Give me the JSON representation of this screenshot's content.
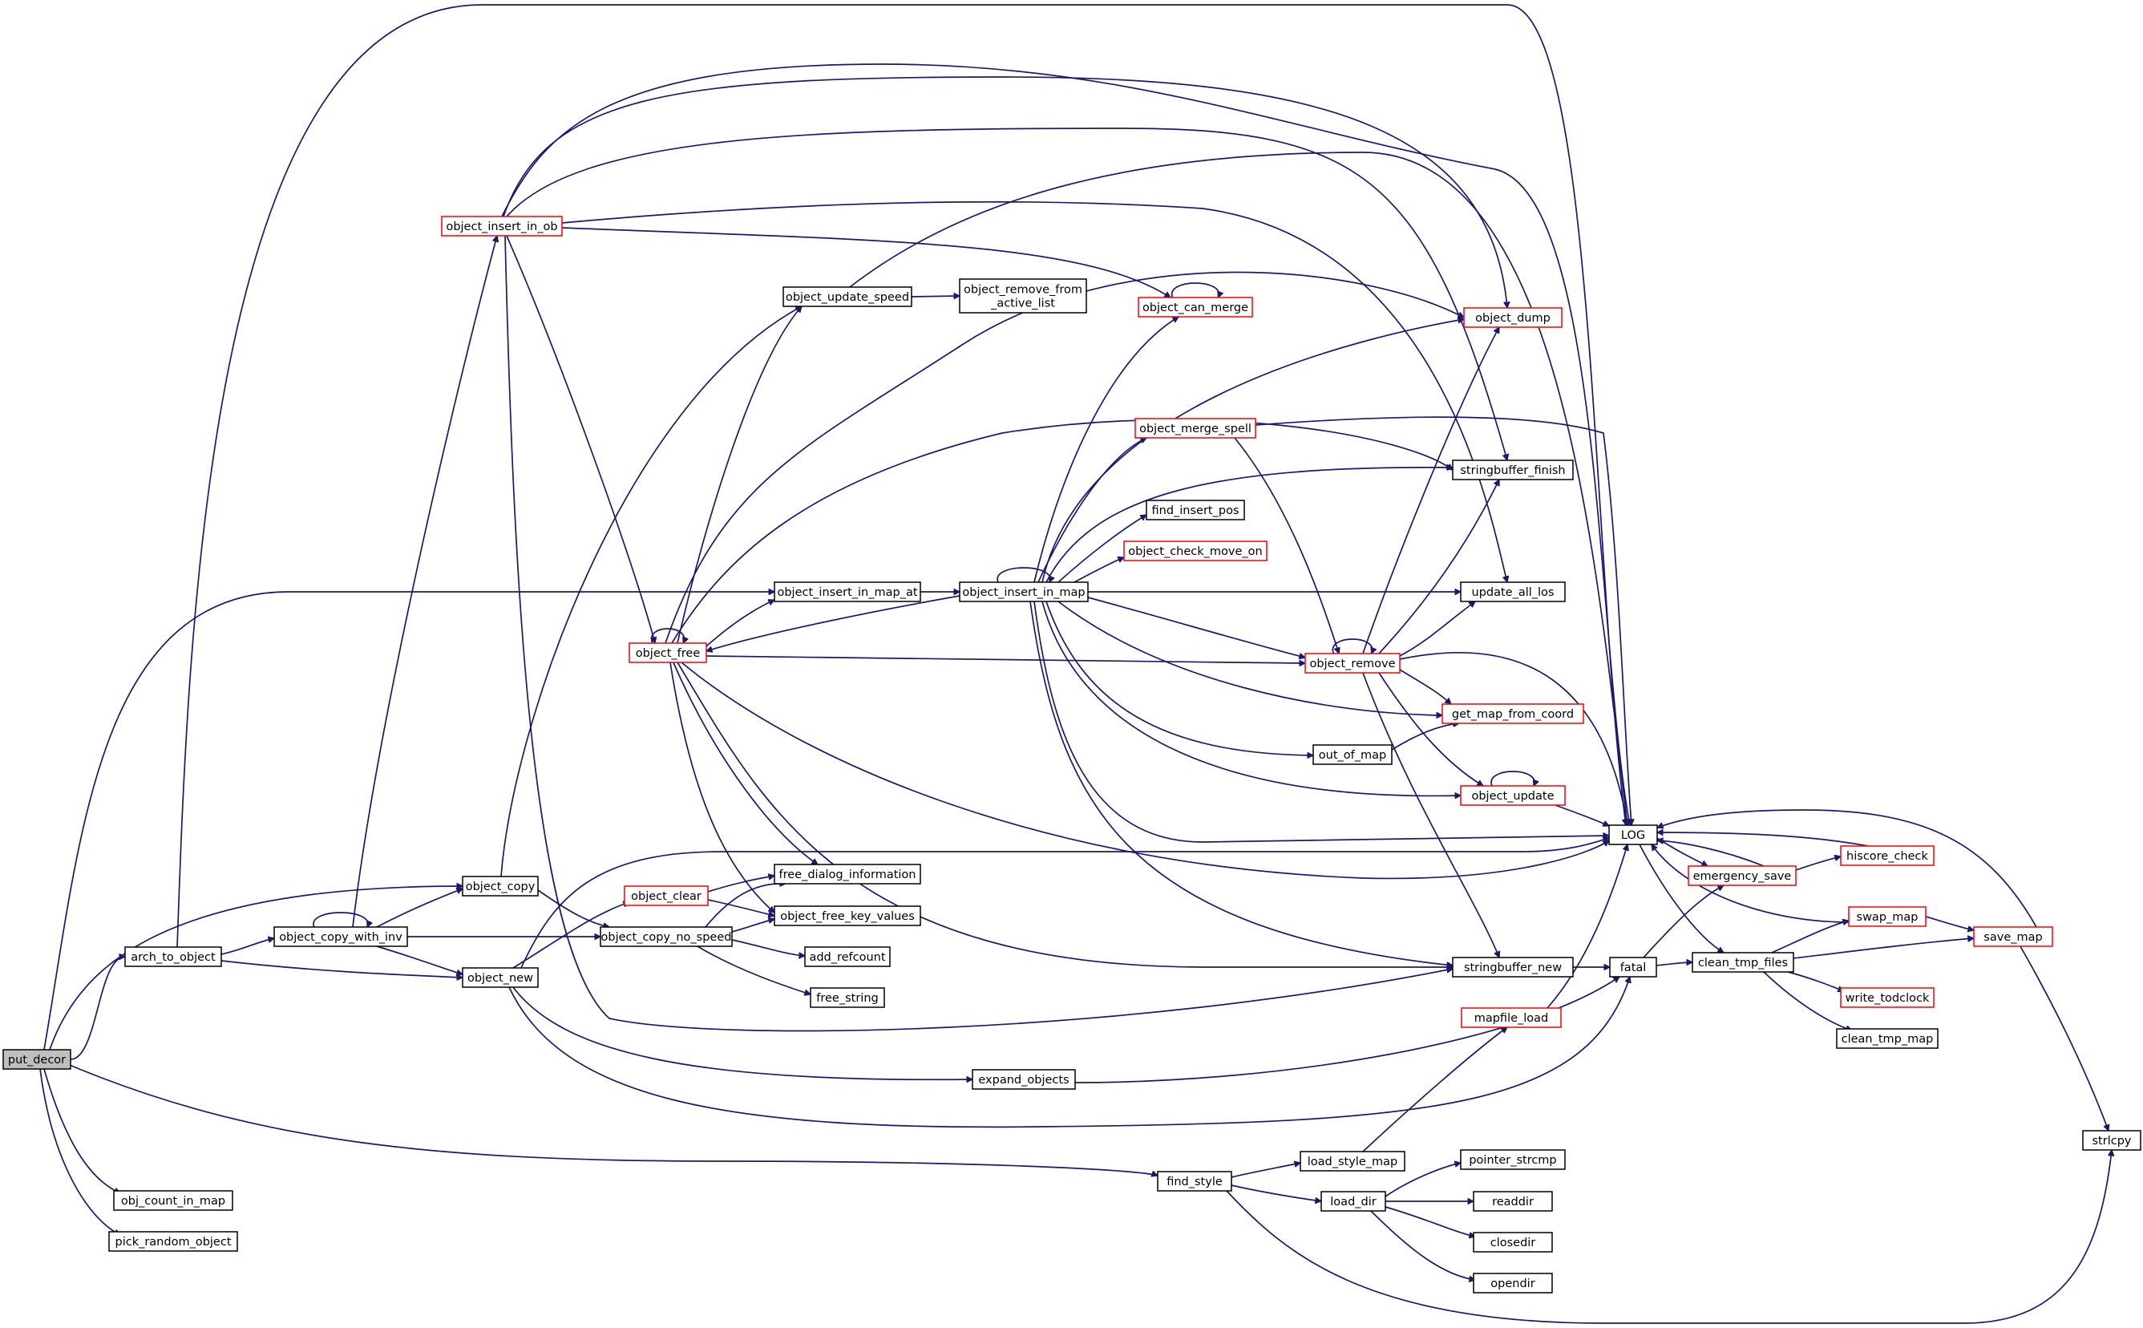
{
  "graph": {
    "colors": {
      "edge": "#191970",
      "truncated_node_border": "#ff0000",
      "normal_node_border": "#000000",
      "root_node_fill": "#bfbfbf"
    },
    "nodes": [
      {
        "id": "put_decor",
        "label": "put_decor",
        "style": "root"
      },
      {
        "id": "arch_to_object",
        "label": "arch_to_object",
        "style": "normal"
      },
      {
        "id": "obj_count_in_map",
        "label": "obj_count_in_map",
        "style": "normal"
      },
      {
        "id": "pick_random_object",
        "label": "pick_random_object",
        "style": "normal"
      },
      {
        "id": "object_copy_with_inv",
        "label": "object_copy_with_inv",
        "style": "normal"
      },
      {
        "id": "object_insert_in_ob",
        "label": "object_insert_in_ob",
        "style": "red"
      },
      {
        "id": "object_copy",
        "label": "object_copy",
        "style": "normal"
      },
      {
        "id": "object_new",
        "label": "object_new",
        "style": "normal"
      },
      {
        "id": "object_free",
        "label": "object_free",
        "style": "red"
      },
      {
        "id": "object_update_speed",
        "label": "object_update_speed",
        "style": "normal"
      },
      {
        "id": "object_insert_in_map_at",
        "label": "object_insert_in_map_at",
        "style": "normal"
      },
      {
        "id": "object_clear",
        "label": "object_clear",
        "style": "red"
      },
      {
        "id": "object_copy_no_speed",
        "label": "object_copy_no_speed",
        "style": "normal"
      },
      {
        "id": "free_dialog_information",
        "label": "free_dialog_information",
        "style": "normal"
      },
      {
        "id": "object_free_key_values",
        "label": "object_free_key_values",
        "style": "normal"
      },
      {
        "id": "add_refcount",
        "label": "add_refcount",
        "style": "normal"
      },
      {
        "id": "free_string",
        "label": "free_string",
        "style": "normal"
      },
      {
        "id": "object_remove_from_active_list",
        "label": [
          "object_remove_from",
          "_active_list"
        ],
        "style": "normal"
      },
      {
        "id": "object_insert_in_map",
        "label": "object_insert_in_map",
        "style": "normal"
      },
      {
        "id": "expand_objects",
        "label": "expand_objects",
        "style": "normal"
      },
      {
        "id": "find_style",
        "label": "find_style",
        "style": "normal"
      },
      {
        "id": "object_can_merge",
        "label": "object_can_merge",
        "style": "red"
      },
      {
        "id": "object_merge_spell",
        "label": "object_merge_spell",
        "style": "red"
      },
      {
        "id": "find_insert_pos",
        "label": "find_insert_pos",
        "style": "normal"
      },
      {
        "id": "object_check_move_on",
        "label": "object_check_move_on",
        "style": "red"
      },
      {
        "id": "object_remove",
        "label": "object_remove",
        "style": "red"
      },
      {
        "id": "out_of_map",
        "label": "out_of_map",
        "style": "normal"
      },
      {
        "id": "load_style_map",
        "label": "load_style_map",
        "style": "normal"
      },
      {
        "id": "load_dir",
        "label": "load_dir",
        "style": "normal"
      },
      {
        "id": "object_dump",
        "label": "object_dump",
        "style": "red"
      },
      {
        "id": "stringbuffer_finish",
        "label": "stringbuffer_finish",
        "style": "normal"
      },
      {
        "id": "update_all_los",
        "label": "update_all_los",
        "style": "normal"
      },
      {
        "id": "get_map_from_coord",
        "label": "get_map_from_coord",
        "style": "red"
      },
      {
        "id": "object_update",
        "label": "object_update",
        "style": "red"
      },
      {
        "id": "stringbuffer_new",
        "label": "stringbuffer_new",
        "style": "normal"
      },
      {
        "id": "mapfile_load",
        "label": "mapfile_load",
        "style": "red"
      },
      {
        "id": "pointer_strcmp",
        "label": "pointer_strcmp",
        "style": "normal"
      },
      {
        "id": "readdir",
        "label": "readdir",
        "style": "normal"
      },
      {
        "id": "closedir",
        "label": "closedir",
        "style": "normal"
      },
      {
        "id": "opendir",
        "label": "opendir",
        "style": "normal"
      },
      {
        "id": "LOG",
        "label": "LOG",
        "style": "normal"
      },
      {
        "id": "fatal",
        "label": "fatal",
        "style": "normal"
      },
      {
        "id": "emergency_save",
        "label": "emergency_save",
        "style": "red"
      },
      {
        "id": "clean_tmp_files",
        "label": "clean_tmp_files",
        "style": "normal"
      },
      {
        "id": "hiscore_check",
        "label": "hiscore_check",
        "style": "red"
      },
      {
        "id": "swap_map",
        "label": "swap_map",
        "style": "red"
      },
      {
        "id": "write_todclock",
        "label": "write_todclock",
        "style": "red"
      },
      {
        "id": "clean_tmp_map",
        "label": "clean_tmp_map",
        "style": "normal"
      },
      {
        "id": "save_map",
        "label": "save_map",
        "style": "red"
      },
      {
        "id": "strlcpy",
        "label": "strlcpy",
        "style": "normal"
      }
    ],
    "edges": [
      [
        "put_decor",
        "arch_to_object"
      ],
      [
        "put_decor",
        "object_copy"
      ],
      [
        "put_decor",
        "object_insert_in_map_at"
      ],
      [
        "put_decor",
        "find_style"
      ],
      [
        "put_decor",
        "obj_count_in_map"
      ],
      [
        "put_decor",
        "pick_random_object"
      ],
      [
        "arch_to_object",
        "LOG"
      ],
      [
        "arch_to_object",
        "object_copy_with_inv"
      ],
      [
        "arch_to_object",
        "object_new"
      ],
      [
        "object_copy_with_inv",
        "object_copy_with_inv"
      ],
      [
        "object_copy_with_inv",
        "object_insert_in_ob"
      ],
      [
        "object_copy_with_inv",
        "object_copy"
      ],
      [
        "object_copy_with_inv",
        "object_copy_no_speed"
      ],
      [
        "object_copy_with_inv",
        "object_new"
      ],
      [
        "object_insert_in_ob",
        "LOG"
      ],
      [
        "object_insert_in_ob",
        "object_dump"
      ],
      [
        "object_insert_in_ob",
        "stringbuffer_finish"
      ],
      [
        "object_insert_in_ob",
        "update_all_los"
      ],
      [
        "object_insert_in_ob",
        "object_can_merge"
      ],
      [
        "object_insert_in_ob",
        "object_free"
      ],
      [
        "object_insert_in_ob",
        "stringbuffer_new"
      ],
      [
        "object_copy",
        "object_copy_no_speed"
      ],
      [
        "object_copy",
        "object_update_speed"
      ],
      [
        "object_new",
        "object_clear"
      ],
      [
        "object_new",
        "LOG"
      ],
      [
        "object_new",
        "expand_objects"
      ],
      [
        "object_new",
        "fatal"
      ],
      [
        "object_free",
        "object_free"
      ],
      [
        "object_free",
        "object_update_speed"
      ],
      [
        "object_free",
        "object_insert_in_map_at"
      ],
      [
        "object_free",
        "object_remove"
      ],
      [
        "object_free",
        "object_dump"
      ],
      [
        "object_free",
        "stringbuffer_finish"
      ],
      [
        "object_free",
        "LOG"
      ],
      [
        "object_free",
        "stringbuffer_new"
      ],
      [
        "object_free",
        "free_dialog_information"
      ],
      [
        "object_free",
        "object_free_key_values"
      ],
      [
        "object_update_speed",
        "object_remove_from_active_list"
      ],
      [
        "object_update_speed",
        "LOG"
      ],
      [
        "object_insert_in_map_at",
        "object_insert_in_map"
      ],
      [
        "object_clear",
        "free_dialog_information"
      ],
      [
        "object_clear",
        "object_free_key_values"
      ],
      [
        "object_copy_no_speed",
        "free_dialog_information"
      ],
      [
        "object_copy_no_speed",
        "object_free_key_values"
      ],
      [
        "object_copy_no_speed",
        "add_refcount"
      ],
      [
        "object_copy_no_speed",
        "free_string"
      ],
      [
        "object_insert_in_map",
        "object_insert_in_map"
      ],
      [
        "object_insert_in_map",
        "object_free"
      ],
      [
        "object_insert_in_map",
        "object_can_merge"
      ],
      [
        "object_insert_in_map",
        "object_dump"
      ],
      [
        "object_insert_in_map",
        "object_merge_spell"
      ],
      [
        "object_insert_in_map",
        "stringbuffer_finish"
      ],
      [
        "object_insert_in_map",
        "find_insert_pos"
      ],
      [
        "object_insert_in_map",
        "object_check_move_on"
      ],
      [
        "object_insert_in_map",
        "update_all_los"
      ],
      [
        "object_insert_in_map",
        "object_remove"
      ],
      [
        "object_insert_in_map",
        "get_map_from_coord"
      ],
      [
        "object_insert_in_map",
        "out_of_map"
      ],
      [
        "object_insert_in_map",
        "object_update"
      ],
      [
        "object_insert_in_map",
        "LOG"
      ],
      [
        "object_insert_in_map",
        "stringbuffer_new"
      ],
      [
        "object_can_merge",
        "object_can_merge"
      ],
      [
        "object_merge_spell",
        "LOG"
      ],
      [
        "object_merge_spell",
        "object_remove"
      ],
      [
        "object_remove",
        "object_remove"
      ],
      [
        "object_remove",
        "object_dump"
      ],
      [
        "object_remove",
        "stringbuffer_finish"
      ],
      [
        "object_remove",
        "update_all_los"
      ],
      [
        "object_remove",
        "get_map_from_coord"
      ],
      [
        "object_remove",
        "object_update"
      ],
      [
        "object_remove",
        "LOG"
      ],
      [
        "object_remove",
        "stringbuffer_new"
      ],
      [
        "out_of_map",
        "get_map_from_coord"
      ],
      [
        "object_update",
        "object_update"
      ],
      [
        "object_update",
        "LOG"
      ],
      [
        "expand_objects",
        "fatal"
      ],
      [
        "find_style",
        "load_style_map"
      ],
      [
        "find_style",
        "load_dir"
      ],
      [
        "find_style",
        "strlcpy"
      ],
      [
        "load_style_map",
        "mapfile_load"
      ],
      [
        "load_dir",
        "pointer_strcmp"
      ],
      [
        "load_dir",
        "readdir"
      ],
      [
        "load_dir",
        "closedir"
      ],
      [
        "load_dir",
        "opendir"
      ],
      [
        "mapfile_load",
        "LOG"
      ],
      [
        "stringbuffer_new",
        "fatal"
      ],
      [
        "fatal",
        "emergency_save"
      ],
      [
        "fatal",
        "clean_tmp_files"
      ],
      [
        "LOG",
        "emergency_save"
      ],
      [
        "LOG",
        "clean_tmp_files"
      ],
      [
        "emergency_save",
        "LOG"
      ],
      [
        "emergency_save",
        "hiscore_check"
      ],
      [
        "hiscore_check",
        "LOG"
      ],
      [
        "clean_tmp_files",
        "swap_map"
      ],
      [
        "clean_tmp_files",
        "save_map"
      ],
      [
        "clean_tmp_files",
        "write_todclock"
      ],
      [
        "clean_tmp_files",
        "clean_tmp_map"
      ],
      [
        "swap_map",
        "LOG"
      ],
      [
        "swap_map",
        "save_map"
      ],
      [
        "save_map",
        "LOG"
      ],
      [
        "save_map",
        "strlcpy"
      ]
    ]
  }
}
